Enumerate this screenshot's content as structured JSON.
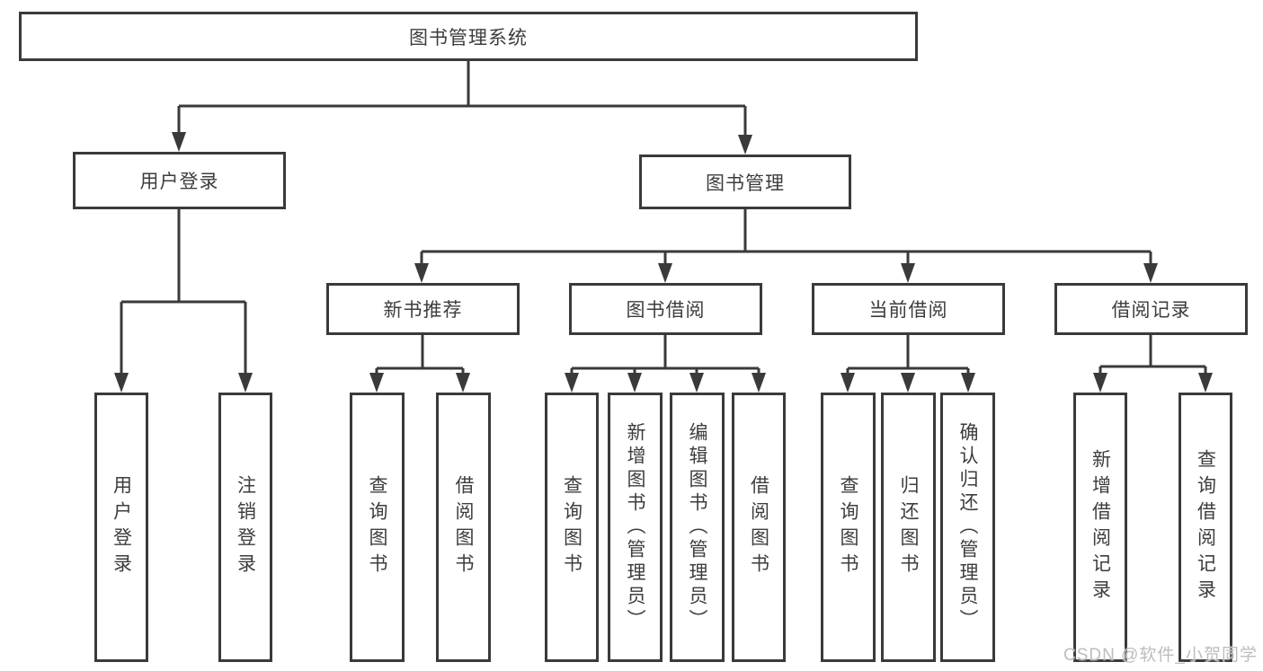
{
  "diagram": {
    "title": "图书管理系统",
    "level2": [
      {
        "label": "用户登录"
      },
      {
        "label": "图书管理"
      }
    ],
    "level3": [
      {
        "label": "新书推荐"
      },
      {
        "label": "图书借阅"
      },
      {
        "label": "当前借阅"
      },
      {
        "label": "借阅记录"
      }
    ],
    "leaves": [
      {
        "label": "用户登录"
      },
      {
        "label": "注销登录"
      },
      {
        "label": "查询图书"
      },
      {
        "label": "借阅图书"
      },
      {
        "label": "查询图书"
      },
      {
        "label": "新增图书（管理员）"
      },
      {
        "label": "编辑图书（管理员）"
      },
      {
        "label": "借阅图书"
      },
      {
        "label": "查询图书"
      },
      {
        "label": "归还图书"
      },
      {
        "label": "确认归还（管理员）"
      },
      {
        "label": "新增借阅记录"
      },
      {
        "label": "查询借阅记录"
      }
    ]
  },
  "watermark": "CSDN @软件_小贺同学",
  "colors": {
    "line": "#3a3a3a",
    "text": "#3d3d3d",
    "background": "#ffffff",
    "watermark": "#bdbdbd"
  }
}
